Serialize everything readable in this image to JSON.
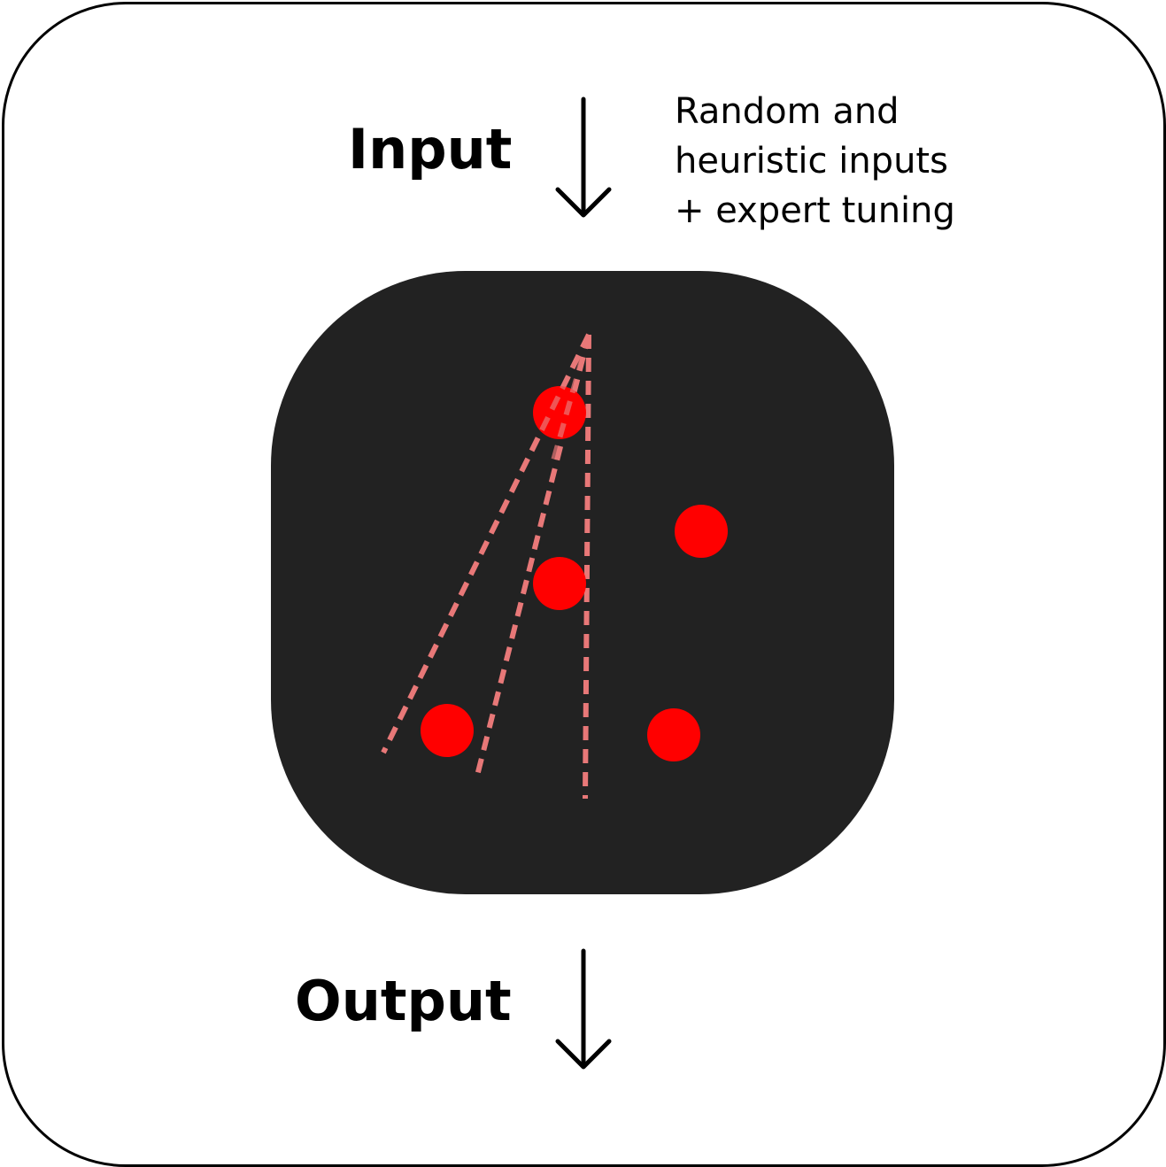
{
  "labels": {
    "input": "Input",
    "output": "Output"
  },
  "note": {
    "lines": [
      "Random and",
      "heuristic inputs",
      "+ expert tuning"
    ]
  },
  "colors": {
    "box": "#222222",
    "dot": "#ff0000",
    "dashed_line": "#e87878",
    "stroke": "#000000"
  },
  "icons": {
    "input_arrow": "arrow-down-icon",
    "output_arrow": "arrow-down-icon"
  }
}
